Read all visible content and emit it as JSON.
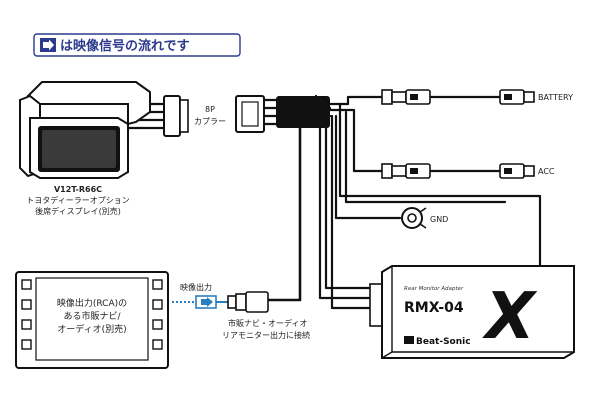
{
  "legend": {
    "text": "は映像信号の流れです",
    "arrow_color": "#2c3a8c"
  },
  "monitor": {
    "model": "V12T-R66C",
    "desc_line1": "トヨタディーラーオプション",
    "desc_line2": "後席ディスプレイ(別売)"
  },
  "coupler": {
    "line1": "8P",
    "line2": "カプラー"
  },
  "connectors": {
    "battery": "BATTERY",
    "acc": "ACC",
    "gnd": "GND"
  },
  "navi": {
    "line1": "映像出力(RCA)の",
    "line2": "ある市販ナビ/",
    "line3": "オーディオ(別売)"
  },
  "video_out": "映像出力",
  "rca_note": {
    "line1": "市販ナビ・オーディオ",
    "line2": "リアモニター出力に接続"
  },
  "product": {
    "small_label": "Rear Monitor Adapter",
    "name": "RMX-04",
    "brand": "Beat-Sonic",
    "logo": "X"
  },
  "colors": {
    "accent": "#2c3a8c",
    "video_arrow": "#2a7fbf"
  }
}
